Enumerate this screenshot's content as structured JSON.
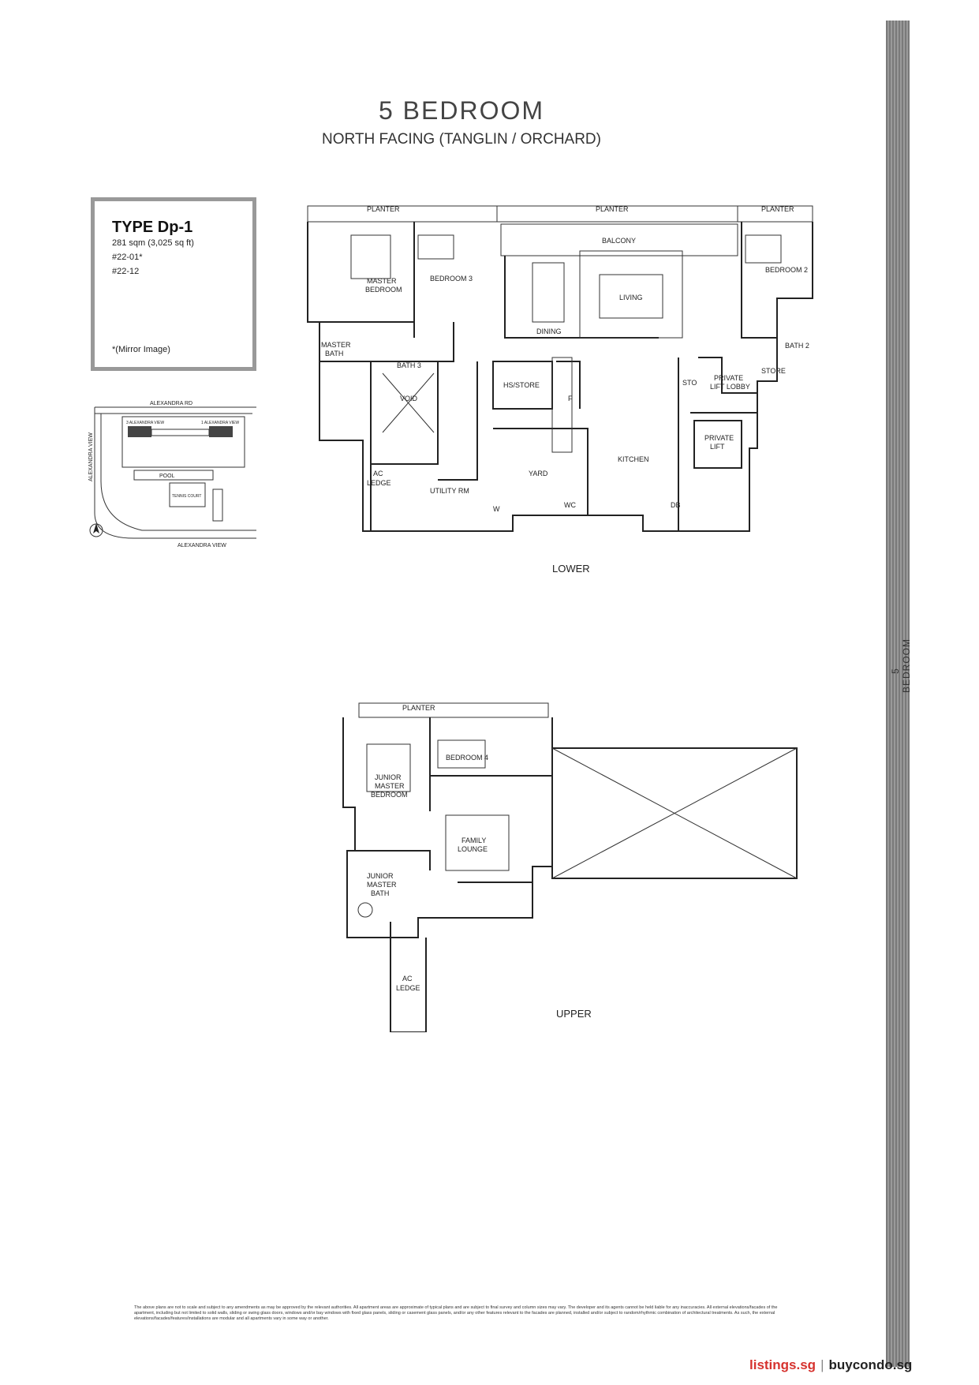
{
  "header": {
    "title": "5 BEDROOM",
    "subtitle": "NORTH FACING (TANGLIN / ORCHARD)"
  },
  "unit": {
    "type": "TYPE Dp-1",
    "area": "281 sqm (3,025 sq ft)",
    "units": [
      "#22-01*",
      "#22-12"
    ],
    "note": "*(Mirror Image)"
  },
  "site_plan": {
    "roads": [
      "ALEXANDRA RD",
      "ALEXANDRA VIEW",
      "ALEXANDRA VIEW"
    ],
    "blocks": [
      "3 ALEXANDRA VIEW",
      "1 ALEXANDRA VIEW"
    ],
    "pool": "POOL",
    "tennis": "TENNIS COURT"
  },
  "lower_plan": {
    "caption": "LOWER",
    "rooms": {
      "planter1": "PLANTER",
      "planter2": "PLANTER",
      "planter3": "PLANTER",
      "balcony": "BALCONY",
      "master_bedroom_1": "MASTER",
      "master_bedroom_2": "BEDROOM",
      "bedroom3": "BEDROOM 3",
      "dining": "DINING",
      "living": "LIVING",
      "bedroom2": "BEDROOM 2",
      "bath2": "BATH 2",
      "master_bath_1": "MASTER",
      "master_bath_2": "BATH",
      "bath3": "BATH 3",
      "hs_store": "HS/STORE",
      "f": "F",
      "void": "VOID",
      "kitchen": "KITCHEN",
      "sto": "STO",
      "lift_lobby_1": "PRIVATE",
      "lift_lobby_2": "LIFT LOBBY",
      "store": "STORE",
      "ac_ledge_1": "AC",
      "ac_ledge_2": "LEDGE",
      "utility": "UTILITY RM",
      "yard": "YARD",
      "w": "W",
      "wc": "WC",
      "db": "DB",
      "private_lift_1": "PRIVATE",
      "private_lift_2": "LIFT"
    }
  },
  "upper_plan": {
    "caption": "UPPER",
    "rooms": {
      "planter": "PLANTER",
      "jm_bed_1": "JUNIOR",
      "jm_bed_2": "MASTER",
      "jm_bed_3": "BEDROOM",
      "bedroom4": "BEDROOM 4",
      "family_1": "FAMILY",
      "family_2": "LOUNGE",
      "jm_bath_1": "JUNIOR",
      "jm_bath_2": "MASTER",
      "jm_bath_3": "BATH",
      "ac_ledge_1": "AC",
      "ac_ledge_2": "LEDGE"
    }
  },
  "side_label": "5 BEDROOM",
  "disclaimer": "The above plans are not to scale and subject to any amendments as may be approved by the relevant authorities. All apartment areas are approximate of typical plans and are subject to final survey and column sizes may vary. The developer and its agents cannot be held liable for any inaccuracies. All external elevations/facades of the apartment, including but not limited to solid walls, sliding or swing glass doors, windows and/or bay windows with fixed glass panels, sliding or casement glass panels, and/or any other features relevant to the facades are planned, installed and/or subject to random/rhythmic combination of architectural treatments. As such, the external elevations/facades/features/installations are modular and all apartments vary in some way or another.",
  "watermark": {
    "left": "listings.sg",
    "sep": "|",
    "right": "buycondo.sg"
  }
}
